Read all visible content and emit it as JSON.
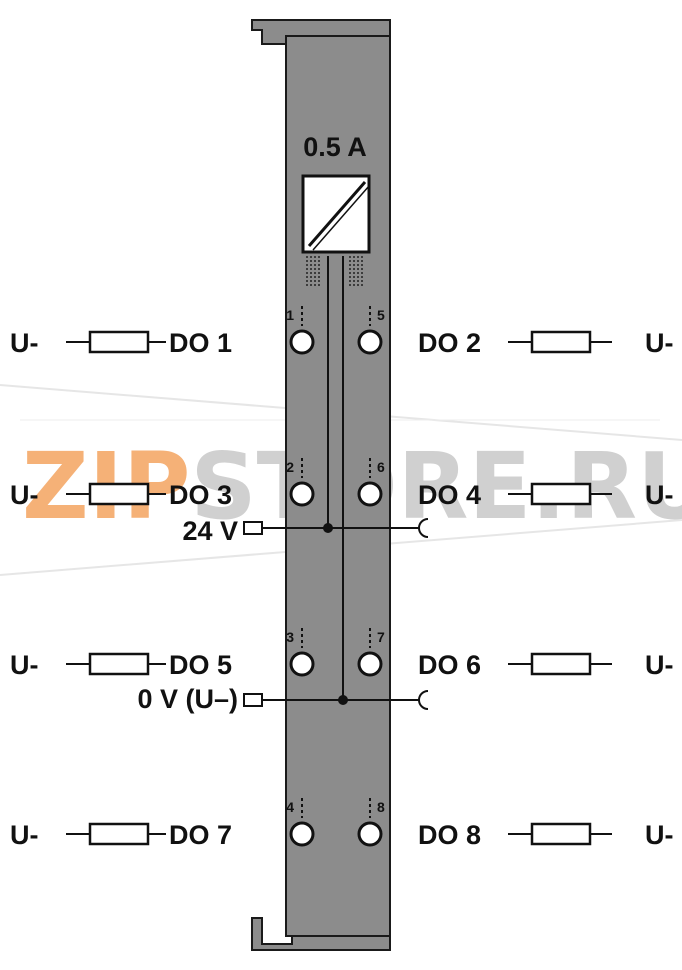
{
  "module": {
    "current_rating": "0.5 A",
    "colors": {
      "housing": "#8c8c8c",
      "housing_stroke": "#1a1a1a",
      "line": "#111111",
      "bg": "#ffffff"
    }
  },
  "channels": [
    {
      "label": "DO 1",
      "pin": "1",
      "side": "left",
      "row": 0,
      "load_label": "U-"
    },
    {
      "label": "DO 2",
      "pin": "5",
      "side": "right",
      "row": 0,
      "load_label": "U-"
    },
    {
      "label": "DO 3",
      "pin": "2",
      "side": "left",
      "row": 1,
      "load_label": "U-"
    },
    {
      "label": "DO 4",
      "pin": "6",
      "side": "right",
      "row": 1,
      "load_label": "U-"
    },
    {
      "label": "DO 5",
      "pin": "3",
      "side": "left",
      "row": 2,
      "load_label": "U-"
    },
    {
      "label": "DO 6",
      "pin": "7",
      "side": "right",
      "row": 2,
      "load_label": "U-"
    },
    {
      "label": "DO 7",
      "pin": "4",
      "side": "left",
      "row": 3,
      "load_label": "U-"
    },
    {
      "label": "DO 8",
      "pin": "8",
      "side": "right",
      "row": 3,
      "load_label": "U-"
    }
  ],
  "power": {
    "supply_label": "24 V",
    "ground_label": "0 V (U–)"
  },
  "watermark": {
    "text_orange": "ZIP",
    "text_gray": "STORE.RU",
    "color_orange": "#f4a460",
    "color_gray": "#c8c8c8"
  }
}
